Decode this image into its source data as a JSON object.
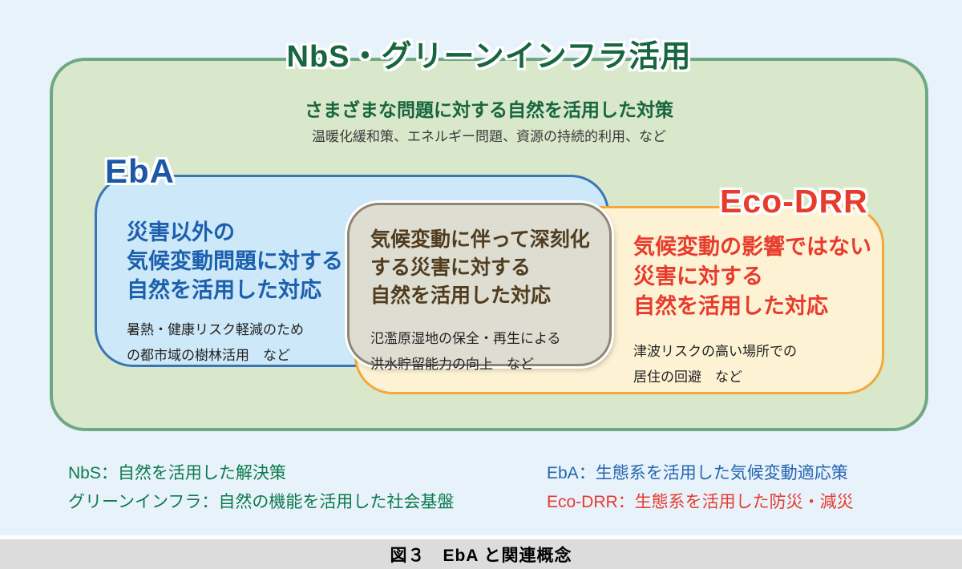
{
  "diagram": {
    "title": "NbS・グリーンインフラ活用",
    "subtitle": "さまざまな問題に対する自然を活用した対策",
    "subtitle_note": "温暖化緩和策、エネルギー問題、資源の持続的利用、など",
    "eba": {
      "label": "EbA",
      "heading": "災害以外の\n気候変動問題に対する\n自然を活用した対応",
      "example": "暑熱・健康リスク軽減のため\nの都市域の樹林活用　など"
    },
    "overlap": {
      "heading": "気候変動に伴って深刻化\nする災害に対する\n自然を活用した対応",
      "example": "氾濫原湿地の保全・再生による\n洪水貯留能力の向上　など"
    },
    "ecodrr": {
      "label": "Eco-DRR",
      "heading": "気候変動の影響ではない\n災害に対する\n自然を活用した対応",
      "example": "津波リスクの高い場所での\n居住の回避　など"
    }
  },
  "legend": {
    "nbs": "NbS：自然を活用した解決策",
    "green_infra": "グリーンインフラ：自然の機能を活用した社会基盤",
    "eba": "EbA：生態系を活用した気候変動適応策",
    "ecodrr": "Eco-DRR：生態系を活用した防災・減災"
  },
  "caption": "図３　EbA と関連概念",
  "colors": {
    "background": "#e7f2fb",
    "outer_fill": "#d9e8ca",
    "outer_border": "#6fa883",
    "title_green": "#17663f",
    "eba_fill": "#cde8f8",
    "eba_border": "#3a75b8",
    "eba_text": "#1b5fae",
    "overlap_fill": "#deddd2",
    "overlap_border": "#8f8675",
    "overlap_text": "#503c1e",
    "ecodrr_fill": "#fdf3d4",
    "ecodrr_border": "#f3a73d",
    "ecodrr_text": "#e73b2d",
    "legend_green": "#0d7a4c",
    "caption_bar": "#dcdcdc"
  }
}
